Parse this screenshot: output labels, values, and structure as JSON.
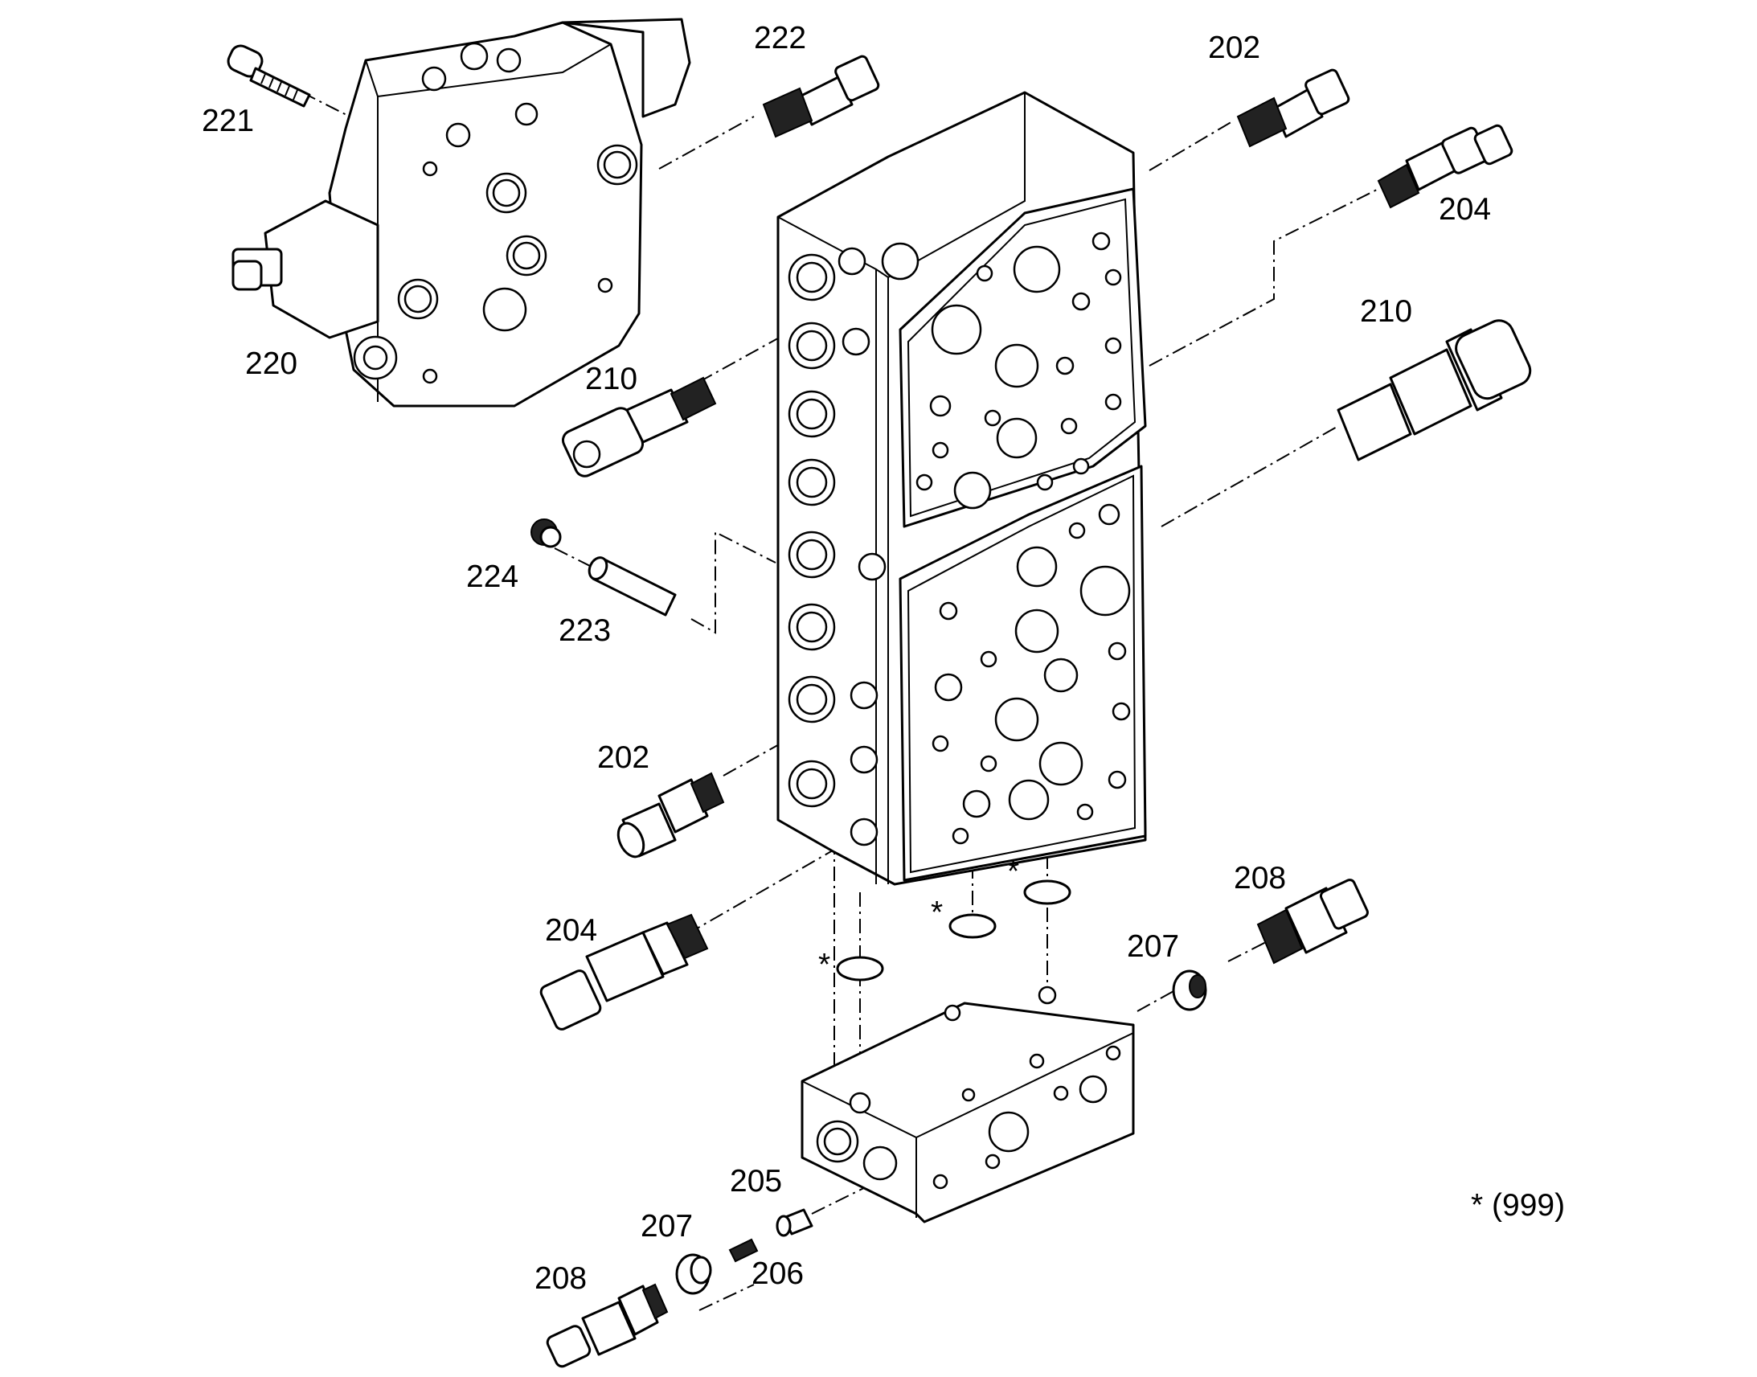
{
  "labels": {
    "l221": "221",
    "l222": "222",
    "l202a": "202",
    "l204a": "204",
    "l220": "220",
    "l210a": "210",
    "l210b": "210",
    "l224": "224",
    "l223": "223",
    "l202b": "202",
    "l204b": "204",
    "l208a": "208",
    "l207a": "207",
    "l205": "205",
    "l207b": "207",
    "l206": "206",
    "l208b": "208",
    "star1": "*",
    "star2": "*",
    "star3": "*",
    "legend": "* (999)"
  }
}
